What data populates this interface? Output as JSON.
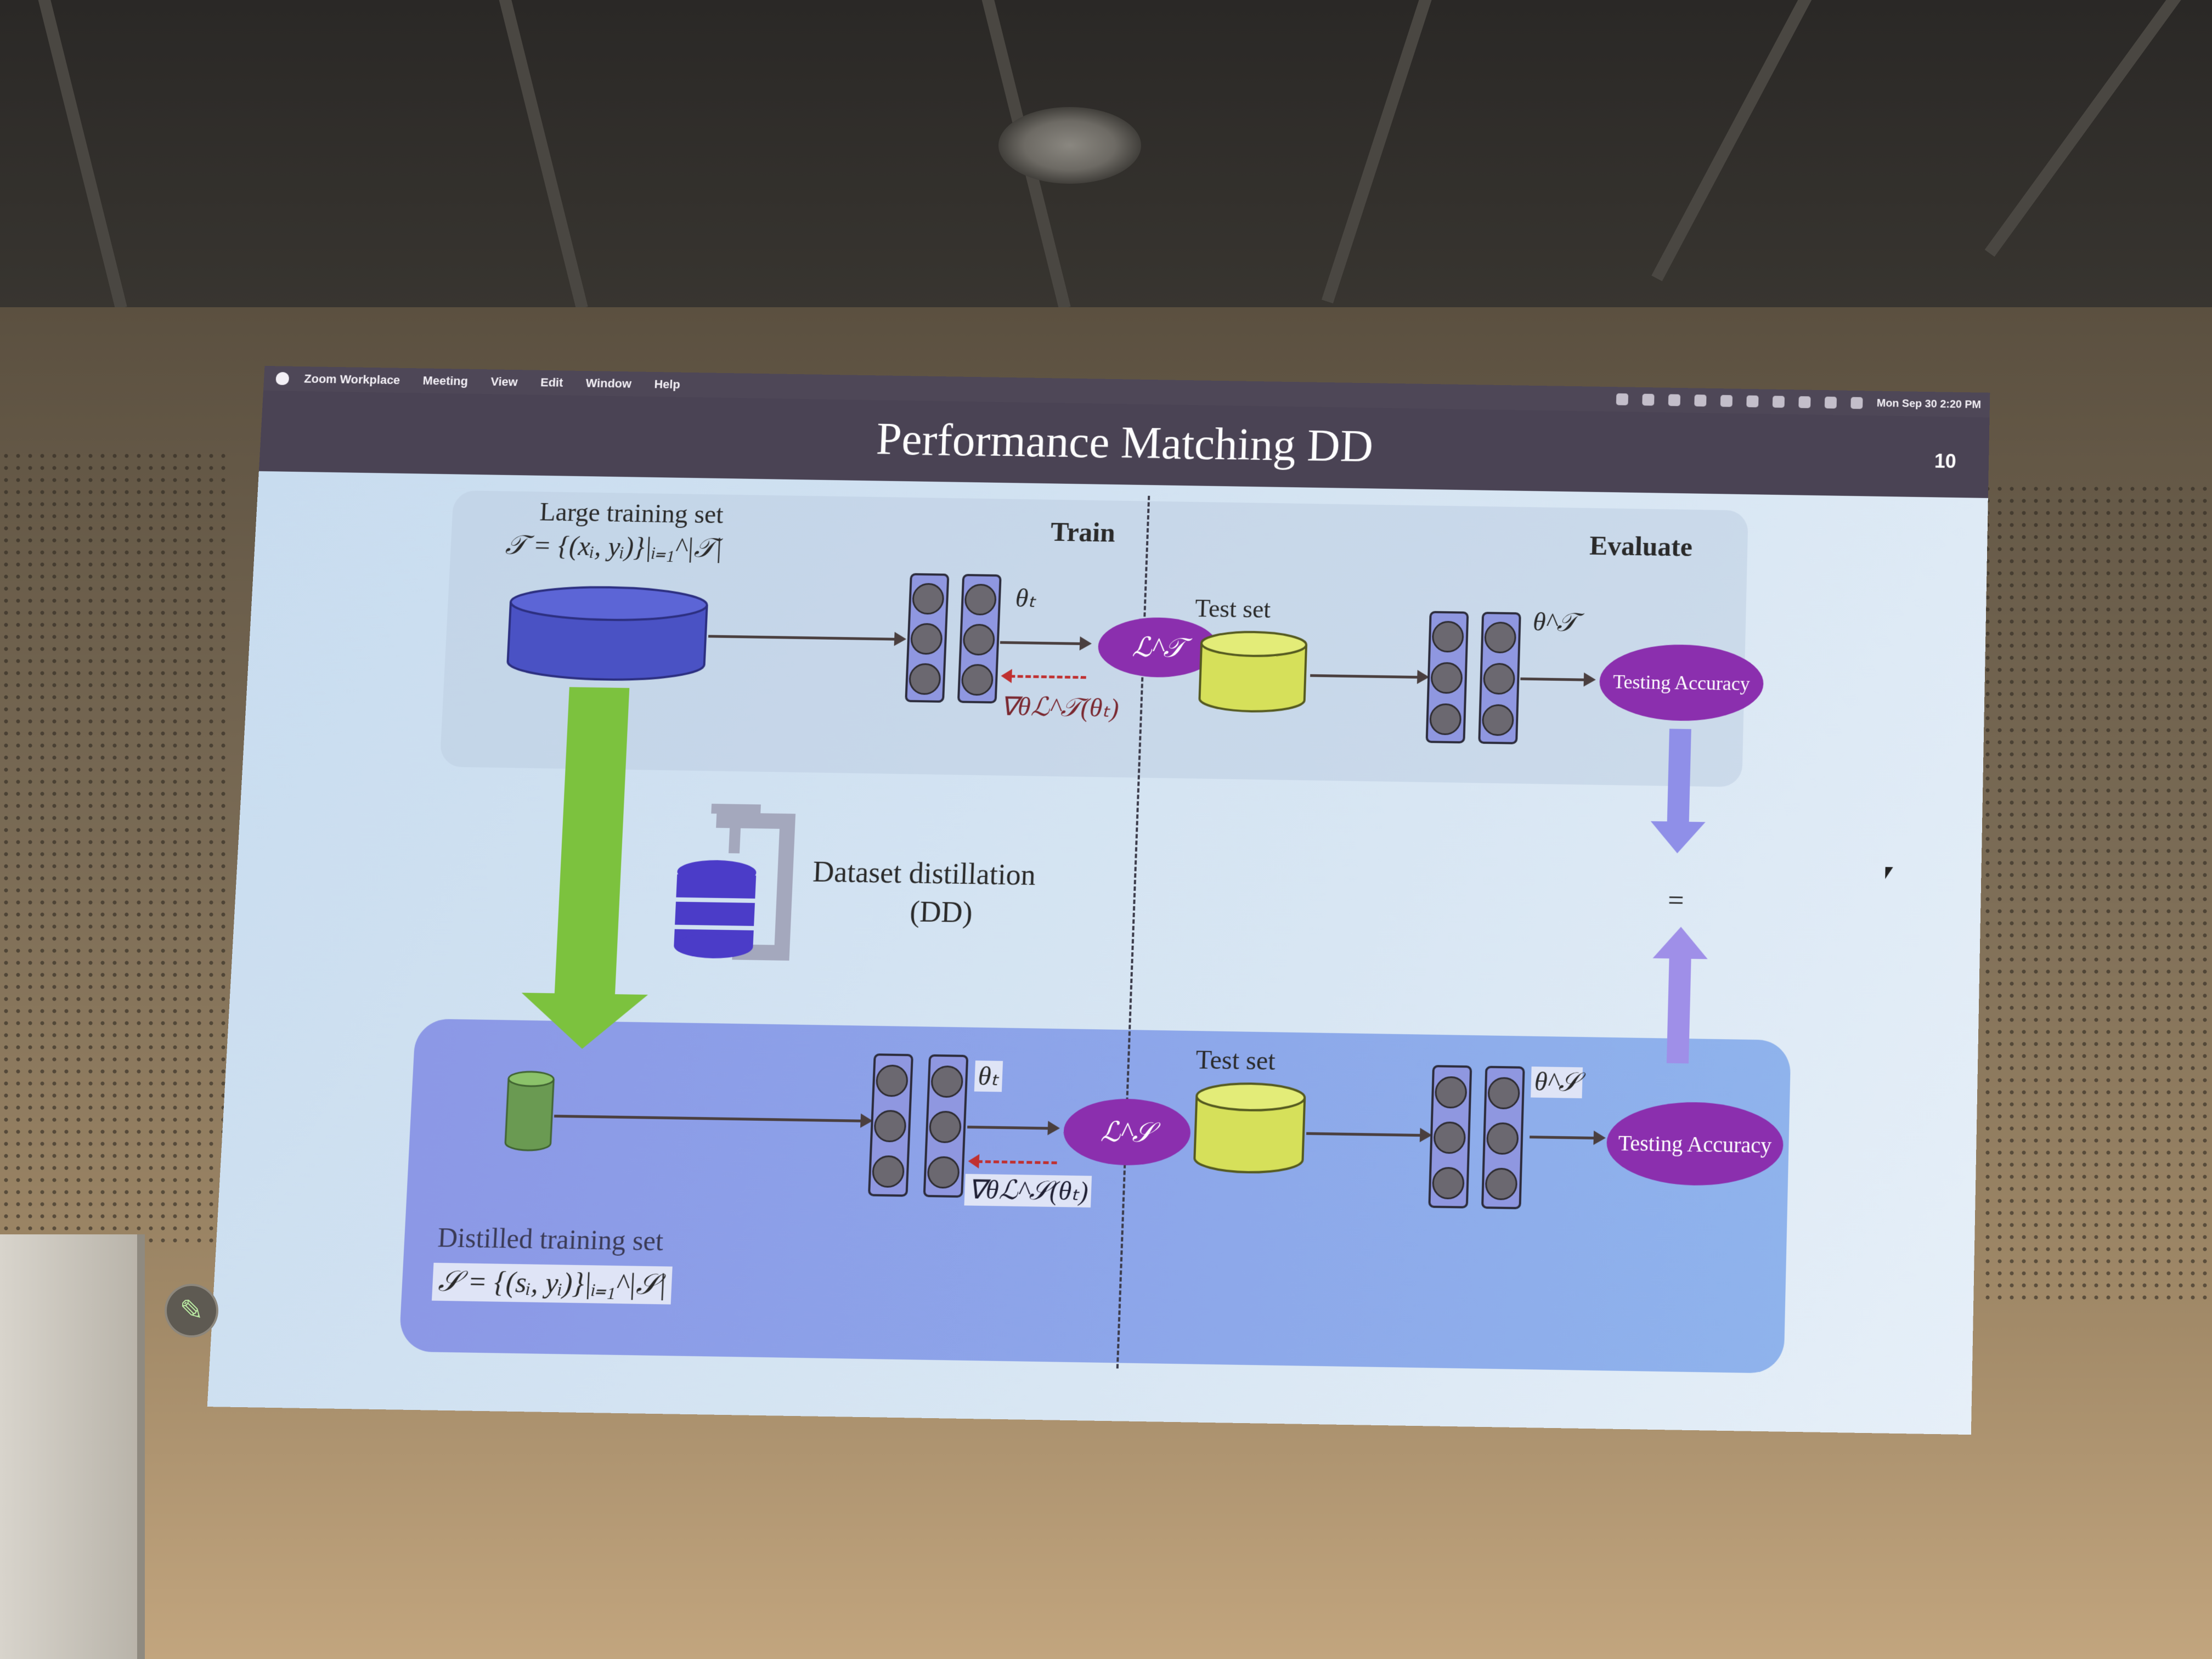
{
  "menubar": {
    "app": "Zoom Workplace",
    "items": [
      "Meeting",
      "View",
      "Edit",
      "Window",
      "Help"
    ],
    "clock": "Mon Sep 30  2:20 PM"
  },
  "slide": {
    "title": "Performance Matching DD",
    "page_number": "10",
    "train_label": "Train",
    "evaluate_label": "Evaluate",
    "large_set_label": "Large training set",
    "large_set_formula": "𝒯 = {(xᵢ, yᵢ)}|ᵢ₌₁^|𝒯|",
    "theta_t_top": "θₜ",
    "loss_T": "ℒ^𝒯",
    "grad_T": "∇θℒ^𝒯(θₜ)",
    "test_set_top": "Test set",
    "theta_T": "θ^𝒯",
    "testing_accuracy_top": "Testing Accuracy",
    "dd_label_line1": "Dataset distillation",
    "dd_label_line2": "(DD)",
    "equals": "=",
    "theta_t_bottom": "θₜ",
    "loss_S": "ℒ^𝒮",
    "grad_S": "∇θℒ^𝒮(θₜ)",
    "test_set_bottom": "Test set",
    "theta_S": "θ^𝒮",
    "testing_accuracy_bottom": "Testing Accuracy",
    "distilled_set_label": "Distilled training set",
    "distilled_set_formula": "𝒮 = {(sᵢ, yᵢ)}|ᵢ₌₁^|𝒮|"
  },
  "colors": {
    "loss_node": "#8b2fae",
    "large_set": "#4a52c4",
    "test_set": "#d6e05a",
    "distilled_set": "#6a9a52",
    "big_arrow": "#7cc23e"
  },
  "icons": [
    "apple-logo-icon",
    "database-clamp-icon",
    "pencil-icon",
    "mouse-cursor-icon"
  ]
}
